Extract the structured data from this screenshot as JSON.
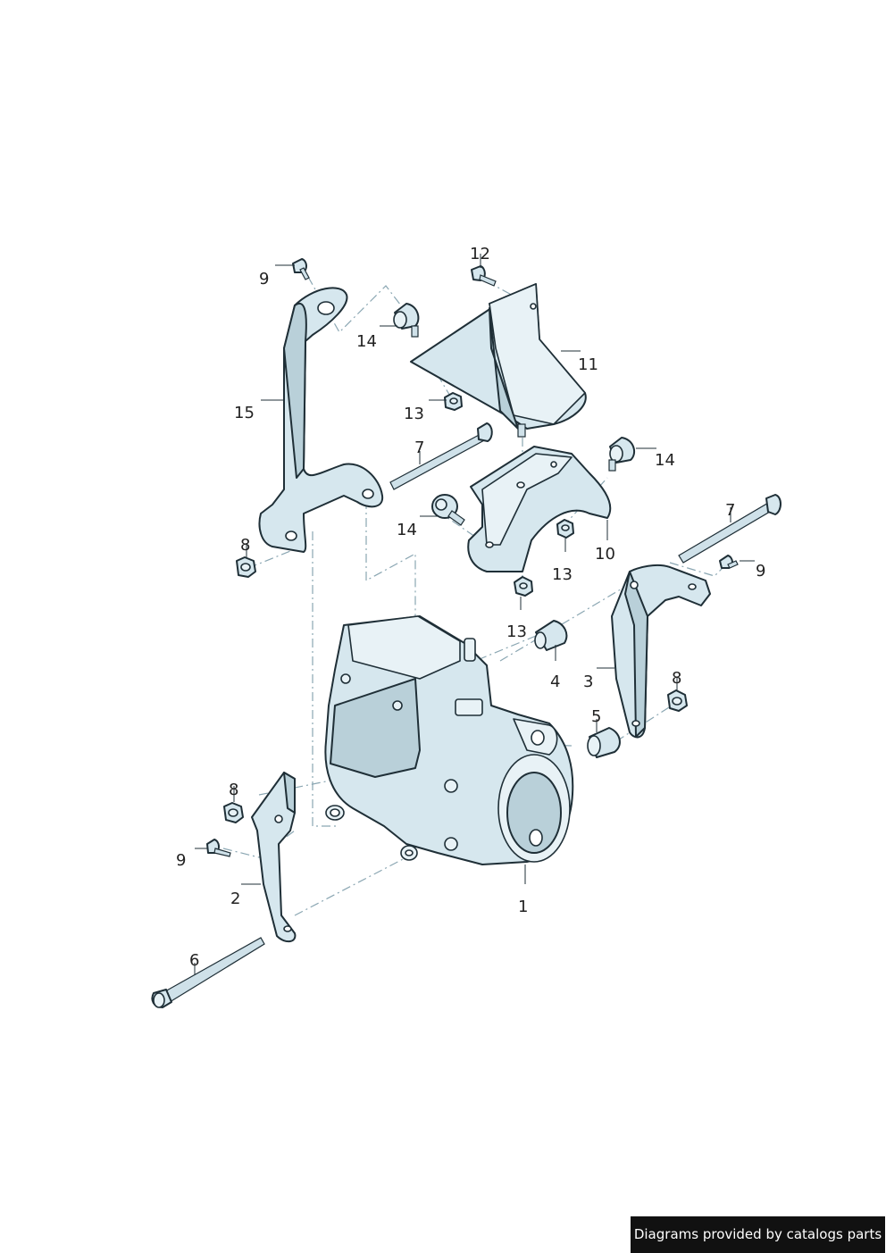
{
  "callouts": {
    "c1": "1",
    "c2": "2",
    "c3": "3",
    "c4": "4",
    "c5": "5",
    "c6": "6",
    "c7a": "7",
    "c7b": "7",
    "c8a": "8",
    "c8b": "8",
    "c8c": "8",
    "c9a": "9",
    "c9b": "9",
    "c9c": "9",
    "c10": "10",
    "c11": "11",
    "c12": "12",
    "c13a": "13",
    "c13b": "13",
    "c13c": "13",
    "c14a": "14",
    "c14b": "14",
    "c14c": "14",
    "c15": "15"
  },
  "footer": {
    "credit": "Diagrams provided by catalogs parts"
  }
}
